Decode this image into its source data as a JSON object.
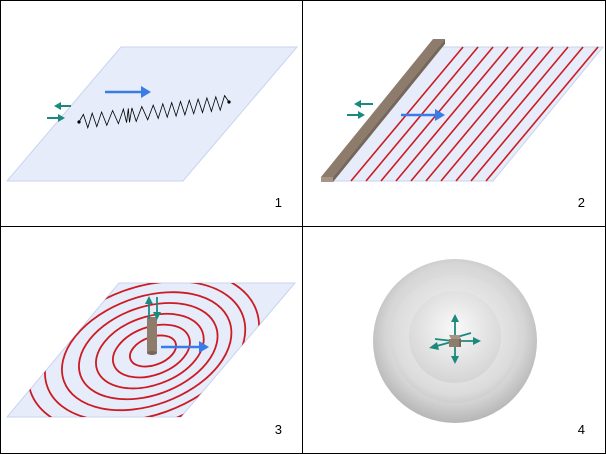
{
  "panels": [
    {
      "label": "1"
    },
    {
      "label": "2"
    },
    {
      "label": "3"
    },
    {
      "label": "4"
    }
  ],
  "colors": {
    "plane_fill": "#e6ecfa",
    "plane_stroke": "#c8d3ee",
    "wave_red": "#cc1b22",
    "arrow_blue": "#3b7be6",
    "arrow_teal": "#1b8a7e",
    "source_brown": "#8d7b6b",
    "spring_black": "#000000"
  },
  "icons": {
    "panel1": [
      "longitudinal-spring-wave",
      "blue-right-arrow",
      "teal-oscillation-arrows"
    ],
    "panel2": [
      "plane-wave-source-bar",
      "red-wavefront-lines",
      "blue-right-arrow",
      "teal-oscillation-arrows"
    ],
    "panel3": [
      "rod-source",
      "red-circular-wavefronts",
      "blue-right-arrow",
      "teal-vertical-arrows"
    ],
    "panel4": [
      "spherical-wave-shells",
      "point-source-block",
      "teal-radial-arrows"
    ]
  }
}
